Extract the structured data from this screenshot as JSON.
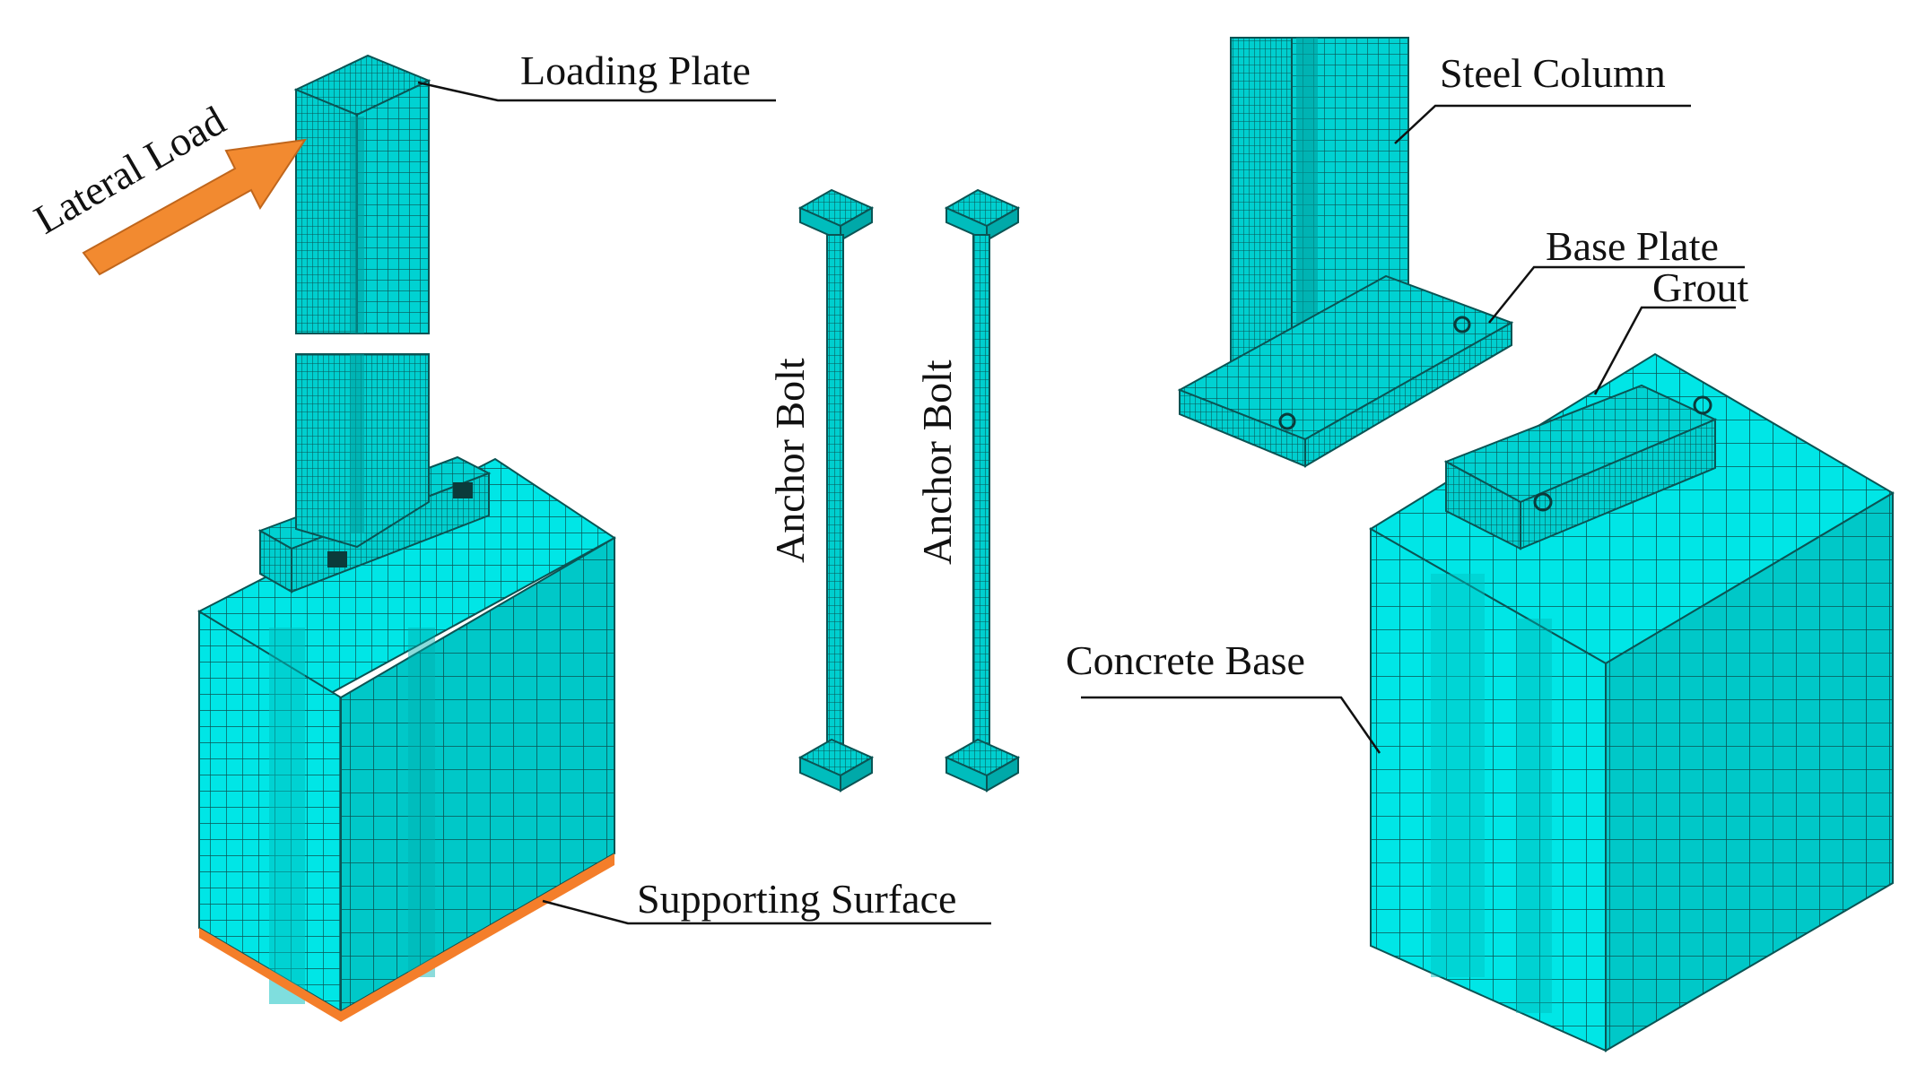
{
  "figure": {
    "labels": {
      "lateral_load": "Lateral Load",
      "loading_plate": "Loading Plate",
      "anchor_bolt_left": "Anchor Bolt",
      "anchor_bolt_right": "Anchor Bolt",
      "supporting_surface": "Supporting Surface",
      "steel_column": "Steel Column",
      "base_plate": "Base Plate",
      "grout": "Grout",
      "concrete_base": "Concrete Base"
    },
    "colors": {
      "mesh_fill": "#00E6E6",
      "mesh_dark": "#00BDBD",
      "mesh_line": "#0b5454",
      "load_arrow": "#F28A30",
      "support": "#F47E2A",
      "text": "#111111"
    },
    "icons": {
      "lateral_load": "arrow-icon"
    }
  }
}
